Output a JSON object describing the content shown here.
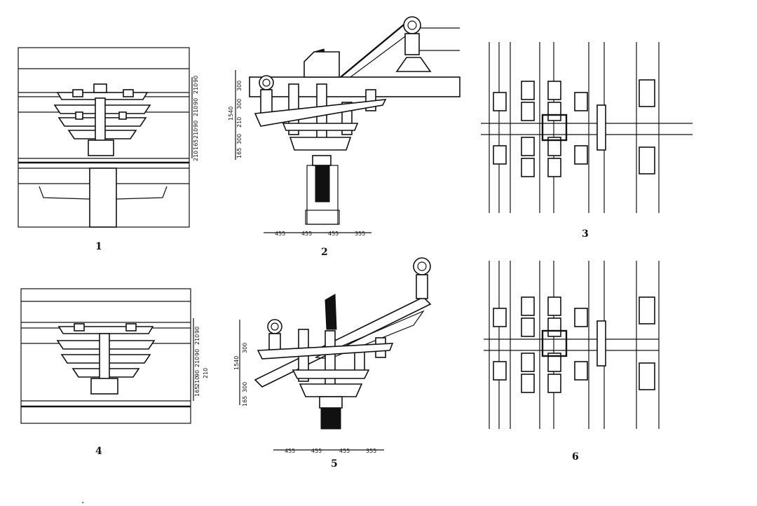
{
  "figures": [
    {
      "id": "1",
      "label": "1",
      "view": "front elevation",
      "dimensions": [
        "90",
        "210",
        "90",
        "210",
        "90",
        "210",
        "165",
        "210"
      ]
    },
    {
      "id": "2",
      "label": "2",
      "view": "section",
      "vertical_dimensions": [
        "300",
        "300",
        "210",
        "300",
        "165",
        "1540"
      ],
      "horizontal_dimensions": [
        "455",
        "455",
        "455",
        "355"
      ]
    },
    {
      "id": "3",
      "label": "3",
      "view": "plan"
    },
    {
      "id": "4",
      "label": "4",
      "view": "front elevation",
      "dimensions": [
        "90",
        "210",
        "90",
        "210",
        "90",
        "210",
        "165",
        "210"
      ]
    },
    {
      "id": "5",
      "label": "5",
      "view": "section",
      "vertical_dimensions": [
        "300",
        "300",
        "1540",
        "165"
      ],
      "horizontal_dimensions": [
        "455",
        "455",
        "455",
        "355"
      ]
    },
    {
      "id": "6",
      "label": "6",
      "view": "plan"
    }
  ],
  "footnote_mark": "."
}
